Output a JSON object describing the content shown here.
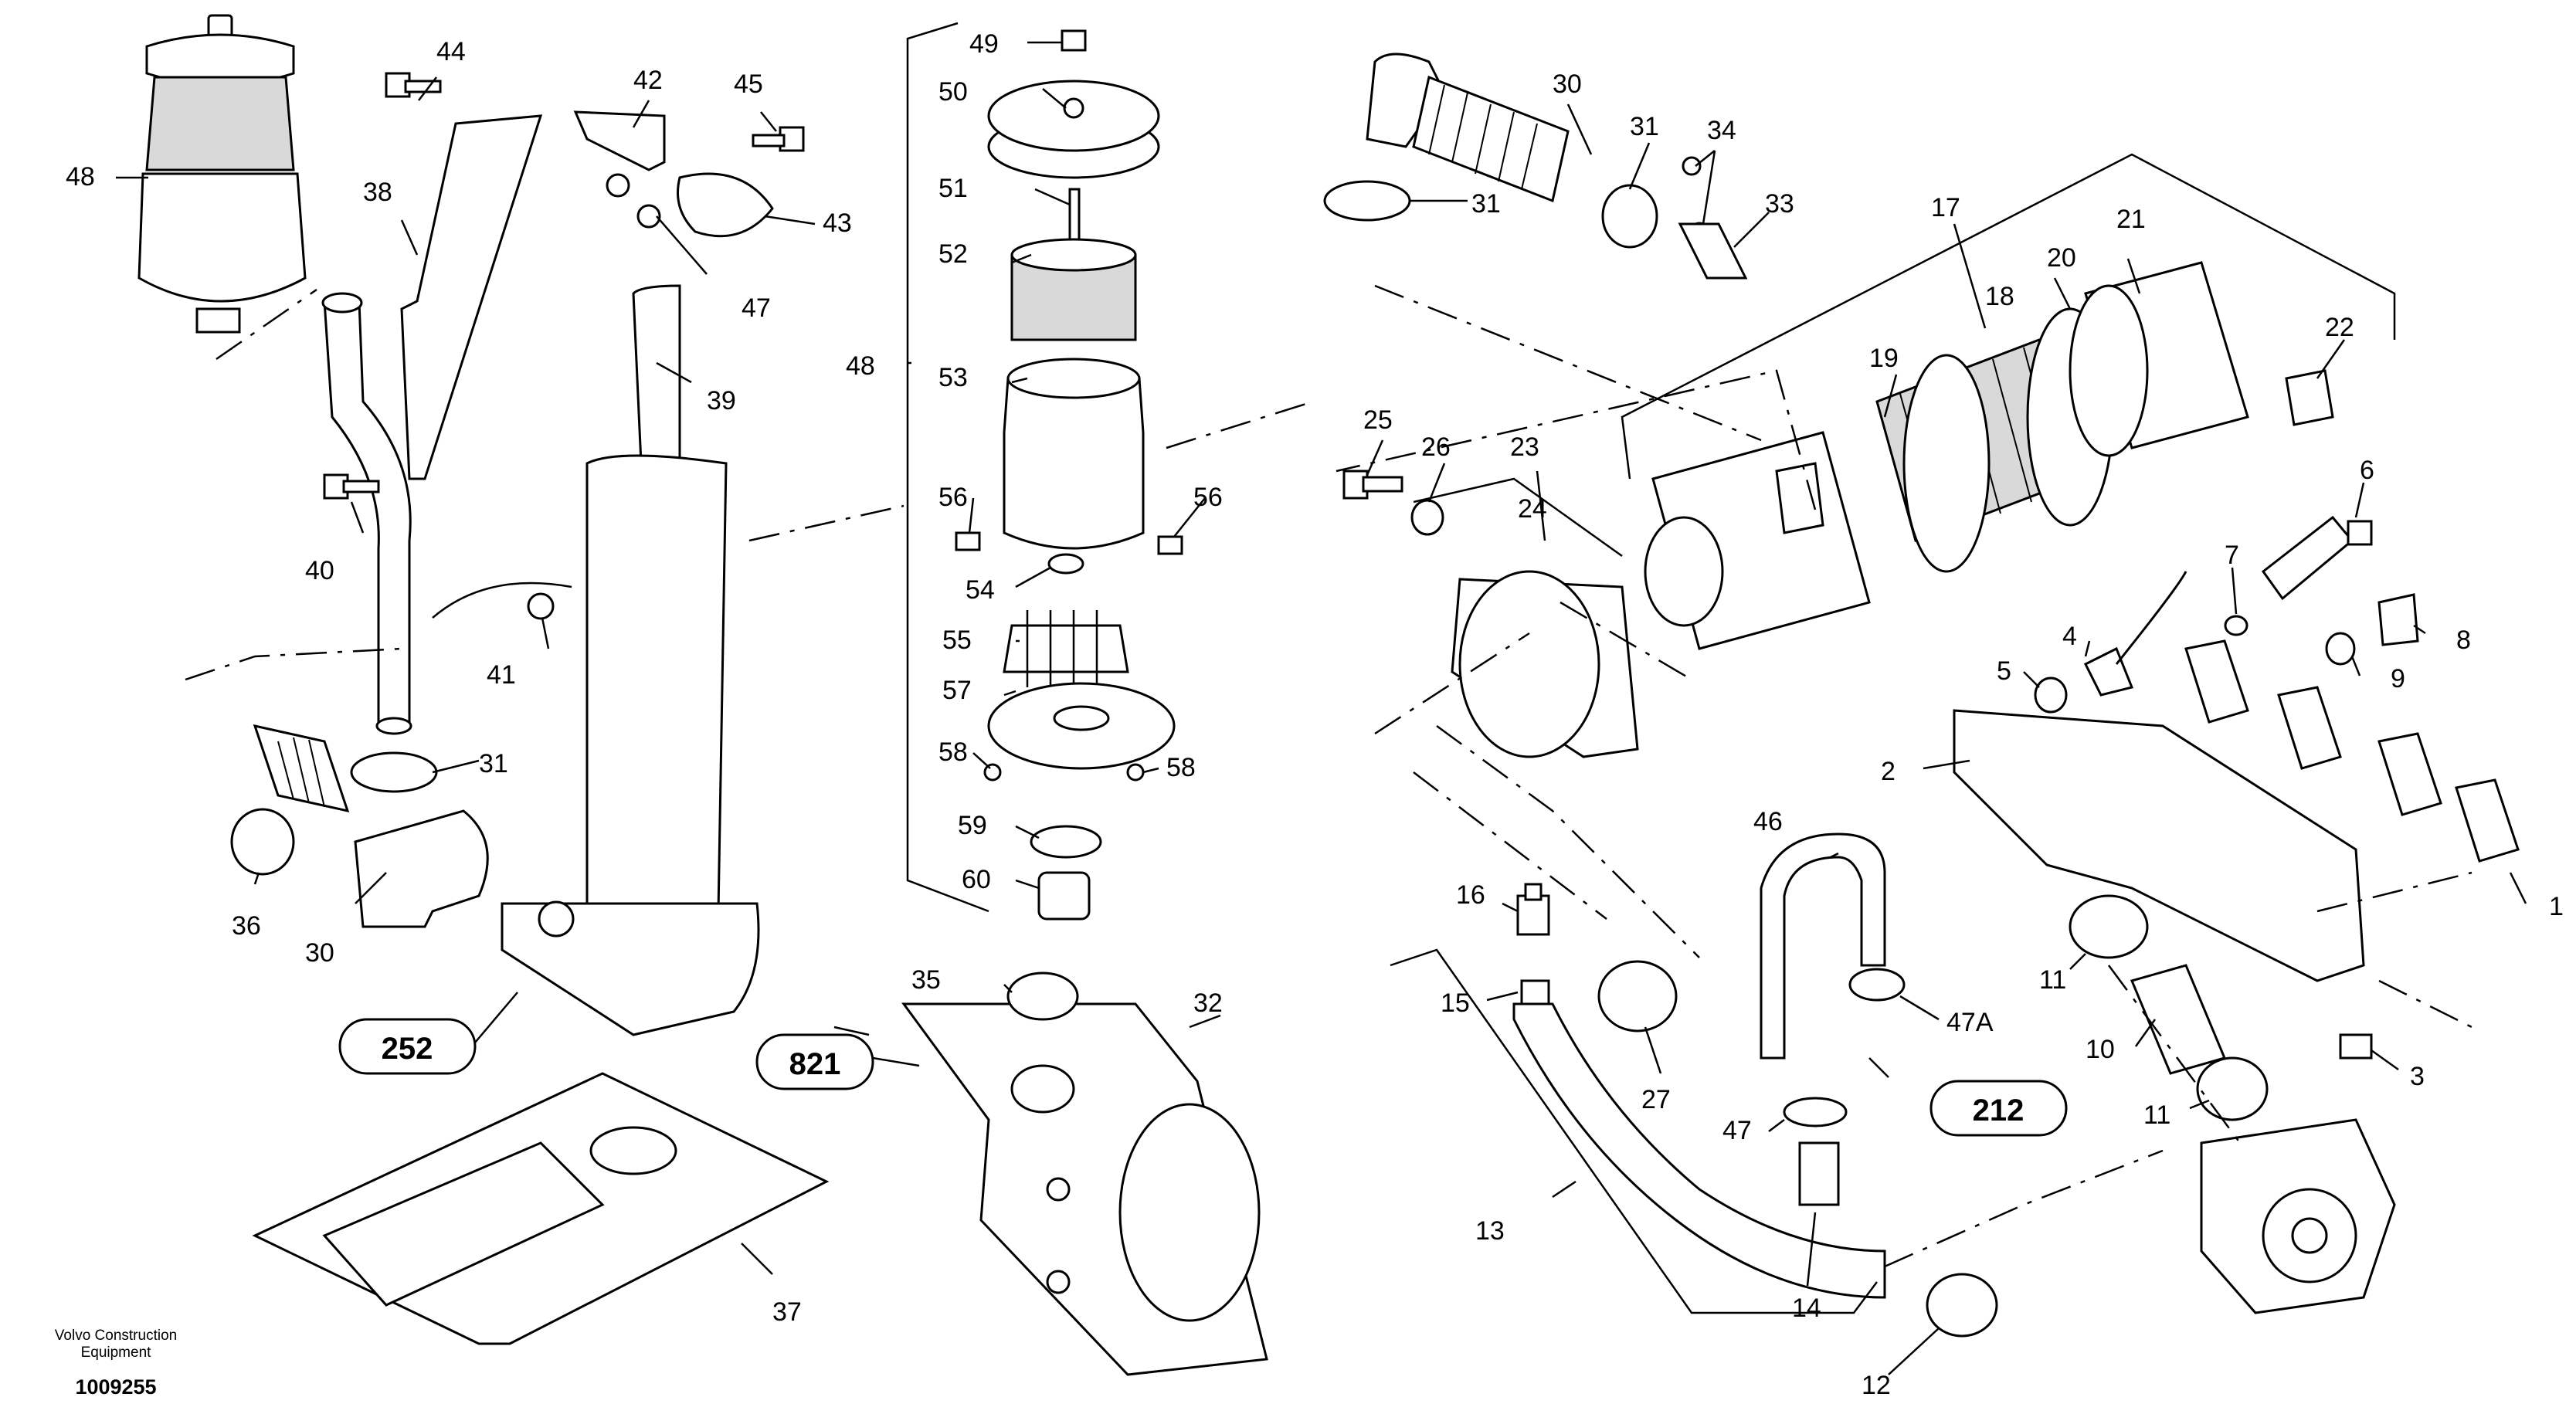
{
  "callouts": [
    {
      "id": "p1",
      "text": "1"
    },
    {
      "id": "p2",
      "text": "2"
    },
    {
      "id": "p3",
      "text": "3"
    },
    {
      "id": "p4",
      "text": "4"
    },
    {
      "id": "p5",
      "text": "5"
    },
    {
      "id": "p6",
      "text": "6"
    },
    {
      "id": "p7",
      "text": "7"
    },
    {
      "id": "p8",
      "text": "8"
    },
    {
      "id": "p9",
      "text": "9"
    },
    {
      "id": "p10",
      "text": "10"
    },
    {
      "id": "p11a",
      "text": "11"
    },
    {
      "id": "p11b",
      "text": "11"
    },
    {
      "id": "p12",
      "text": "12"
    },
    {
      "id": "p13",
      "text": "13"
    },
    {
      "id": "p14",
      "text": "14"
    },
    {
      "id": "p15",
      "text": "15"
    },
    {
      "id": "p16",
      "text": "16"
    },
    {
      "id": "p17",
      "text": "17"
    },
    {
      "id": "p18",
      "text": "18"
    },
    {
      "id": "p19",
      "text": "19"
    },
    {
      "id": "p20",
      "text": "20"
    },
    {
      "id": "p21",
      "text": "21"
    },
    {
      "id": "p22",
      "text": "22"
    },
    {
      "id": "p23",
      "text": "23"
    },
    {
      "id": "p24",
      "text": "24"
    },
    {
      "id": "p25",
      "text": "25"
    },
    {
      "id": "p26",
      "text": "26"
    },
    {
      "id": "p27",
      "text": "27"
    },
    {
      "id": "p30a",
      "text": "30"
    },
    {
      "id": "p30b",
      "text": "30"
    },
    {
      "id": "p31a",
      "text": "31"
    },
    {
      "id": "p31b",
      "text": "31"
    },
    {
      "id": "p31c",
      "text": "31"
    },
    {
      "id": "p32",
      "text": "32"
    },
    {
      "id": "p33",
      "text": "33"
    },
    {
      "id": "p34",
      "text": "34"
    },
    {
      "id": "p35",
      "text": "35"
    },
    {
      "id": "p36",
      "text": "36"
    },
    {
      "id": "p37",
      "text": "37"
    },
    {
      "id": "p38",
      "text": "38"
    },
    {
      "id": "p39",
      "text": "39"
    },
    {
      "id": "p40",
      "text": "40"
    },
    {
      "id": "p41",
      "text": "41"
    },
    {
      "id": "p42",
      "text": "42"
    },
    {
      "id": "p43",
      "text": "43"
    },
    {
      "id": "p44",
      "text": "44"
    },
    {
      "id": "p45",
      "text": "45"
    },
    {
      "id": "p46",
      "text": "46"
    },
    {
      "id": "p47a",
      "text": "47"
    },
    {
      "id": "p47b",
      "text": "47"
    },
    {
      "id": "p47A",
      "text": "47A"
    },
    {
      "id": "p48a",
      "text": "48"
    },
    {
      "id": "p48b",
      "text": "48"
    },
    {
      "id": "p49",
      "text": "49"
    },
    {
      "id": "p50",
      "text": "50"
    },
    {
      "id": "p51",
      "text": "51"
    },
    {
      "id": "p52",
      "text": "52"
    },
    {
      "id": "p53",
      "text": "53"
    },
    {
      "id": "p54",
      "text": "54"
    },
    {
      "id": "p55",
      "text": "55"
    },
    {
      "id": "p56a",
      "text": "56"
    },
    {
      "id": "p56b",
      "text": "56"
    },
    {
      "id": "p57",
      "text": "57"
    },
    {
      "id": "p58a",
      "text": "58"
    },
    {
      "id": "p58b",
      "text": "58"
    },
    {
      "id": "p59",
      "text": "59"
    },
    {
      "id": "p60",
      "text": "60"
    }
  ],
  "references": [
    {
      "id": "r252",
      "text": "252"
    },
    {
      "id": "r821",
      "text": "821"
    },
    {
      "id": "r212",
      "text": "212"
    }
  ],
  "credit": {
    "line1": "Volvo Construction",
    "line2": "Equipment"
  },
  "document_number": "1009255"
}
